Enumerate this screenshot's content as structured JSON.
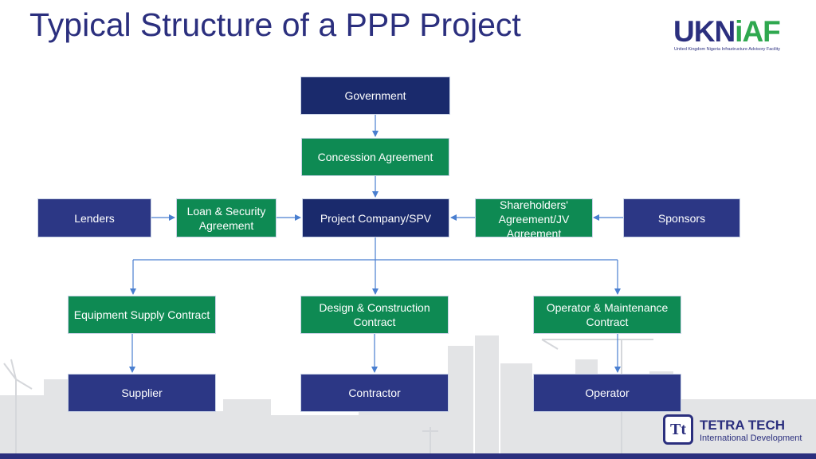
{
  "title": "Typical Structure of a PPP Project",
  "logos": {
    "ukniaf": {
      "wordmark_part1": "UKN",
      "wordmark_part2": "iAF",
      "tagline": "United Kingdom Nigeria Infrastructure Advisory Facility",
      "colors": {
        "navy": "#2b2f7e",
        "green": "#2fa84f"
      }
    },
    "tetra_tech": {
      "mark": "Tt",
      "name": "TETRA TECH",
      "subtitle": "International Development"
    }
  },
  "colors": {
    "navy_box": "#1a2a6c",
    "indigo_box": "#2c3785",
    "green_box": "#0e8a53",
    "connector": "#4a7fd0",
    "skyline": "#e3e4e6"
  },
  "nodes": {
    "government": "Government",
    "concession_agreement": "Concession Agreement",
    "lenders": "Lenders",
    "loan_security_agreement": "Loan & Security Agreement",
    "project_company": "Project Company/SPV",
    "shareholders_agreement": "Shareholders' Agreement/JV Agreement",
    "sponsors": "Sponsors",
    "equipment_supply_contract": "Equipment Supply Contract",
    "design_construction_contract": "Design & Construction Contract",
    "operator_maintenance_contract": "Operator & Maintenance Contract",
    "supplier": "Supplier",
    "contractor": "Contractor",
    "operator": "Operator"
  }
}
